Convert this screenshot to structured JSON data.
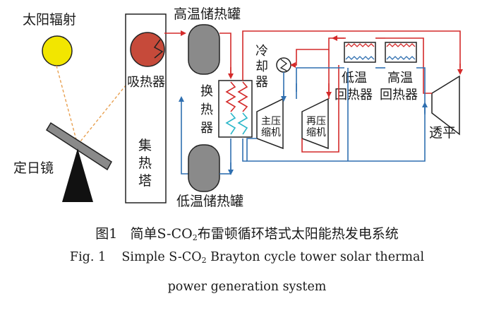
{
  "labels": {
    "solar_radiation": "太阳辐射",
    "heliostat": "定日镜",
    "receiver": "吸热器",
    "tower_l1": "集",
    "tower_l2": "热",
    "tower_l3": "塔",
    "hot_tank": "高温储热罐",
    "cold_tank": "低温储热罐",
    "hx_l1": "换",
    "hx_l2": "热",
    "hx_l3": "器",
    "cooler_l1": "冷",
    "cooler_l2": "却",
    "cooler_l3": "器",
    "main_comp_l1": "主压",
    "main_comp_l2": "缩机",
    "recomp_l1": "再压",
    "recomp_l2": "缩机",
    "ltr_l1": "低温",
    "ltr_l2": "回热器",
    "htr_l1": "高温",
    "htr_l2": "回热器",
    "turbine": "透平"
  },
  "caption": {
    "cn_prefix": "图1",
    "cn_a": "简单S-CO",
    "cn_sub": "2",
    "cn_b": "布雷顿循环塔式太阳能热发电系统",
    "en_prefix": "Fig. 1",
    "en_a": "Simple S-CO",
    "en_sub": "2",
    "en_b": " Brayton cycle tower solar thermal",
    "en_line2": "power generation system"
  },
  "colors": {
    "hot_line": "#d42a2a",
    "cold_line": "#2f6fb0",
    "sun": "#f2e600",
    "receiver": "#c64a3a",
    "tank": "#8a8a8a",
    "hx_cold_coil": "#2bb7c9",
    "dashed_ray": "#e8a050"
  }
}
